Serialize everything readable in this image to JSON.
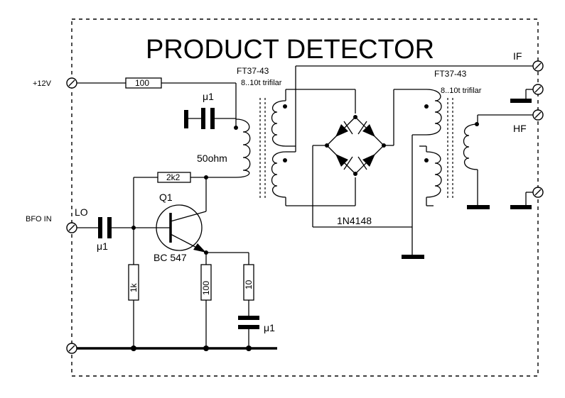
{
  "title": "PRODUCT DETECTOR",
  "terminals": {
    "supply": "+12V",
    "bfo_in": "BFO IN",
    "lo": "LO",
    "if": "IF",
    "hf": "HF"
  },
  "transformers": {
    "t1_core": "FT37-43",
    "t1_winding": "8..10t trifilar",
    "t2_core": "FT37-43",
    "t2_winding": "8..10t trifilar"
  },
  "components": {
    "r_supply": "100",
    "c_supply": "μ1",
    "impedance": "50ohm",
    "r_feedback": "2k2",
    "transistor_ref": "Q1",
    "transistor_type": "BC 547",
    "c_input": "μ1",
    "r_bias": "1k",
    "r_emitter": "100",
    "r_series": "10",
    "c_emitter": "μ1",
    "diodes": "1N4148"
  }
}
